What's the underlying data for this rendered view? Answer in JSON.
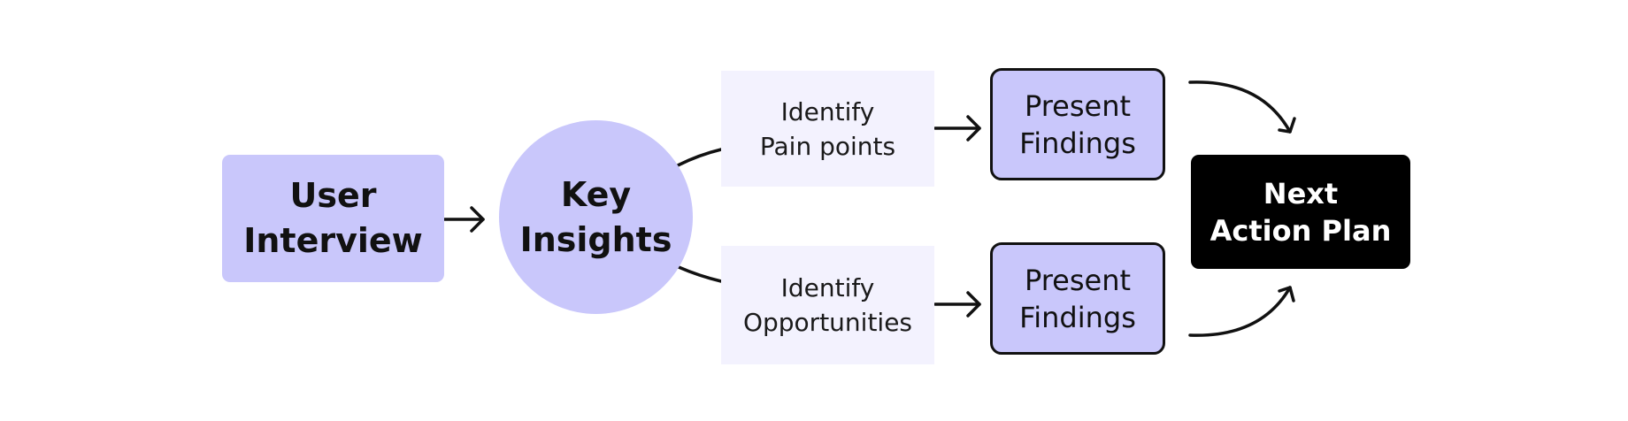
{
  "diagram": {
    "nodes": {
      "user_interview": "User\nInterview",
      "key_insights": "Key\nInsights",
      "identify_pain_points": "Identify\nPain points",
      "identify_opportunities": "Identify\nOpportunities",
      "present_findings_top": "Present\nFindings",
      "present_findings_bottom": "Present\nFindings",
      "next_action_plan": "Next\nAction Plan"
    },
    "colors": {
      "node_fill": "#c9c7fb",
      "identify_fill": "#f3f2fe",
      "dark_fill": "#000000",
      "stroke": "#111111"
    }
  }
}
